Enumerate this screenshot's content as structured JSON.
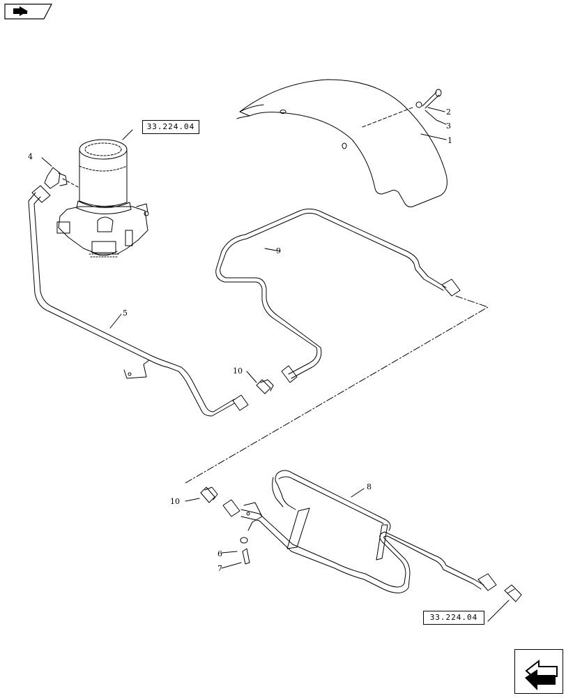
{
  "refs": [
    "33.224.04",
    "33.224.04"
  ],
  "callouts": [
    "1",
    "2",
    "3",
    "4",
    "5",
    "6",
    "7",
    "8",
    "9",
    "10",
    "10"
  ],
  "icons": {
    "top_left": "arrow-right-icon",
    "bottom_right": "arrow-left-icon"
  }
}
